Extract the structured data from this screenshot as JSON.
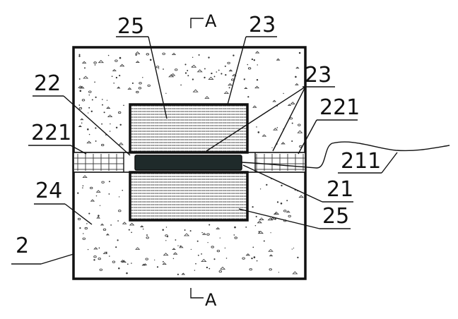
{
  "labels": {
    "section_top": "A",
    "section_bottom": "A",
    "n25_top": "25",
    "n23_top": "23",
    "n23_mid": "23",
    "n22": "22",
    "n221_right": "221",
    "n221_left": "221",
    "n211": "211",
    "n24": "24",
    "n21": "21",
    "n25_bottom": "25",
    "n2": "2"
  },
  "colors": {
    "line": "#111111",
    "core_fill": "#1f2a2a",
    "background": "#ffffff"
  }
}
